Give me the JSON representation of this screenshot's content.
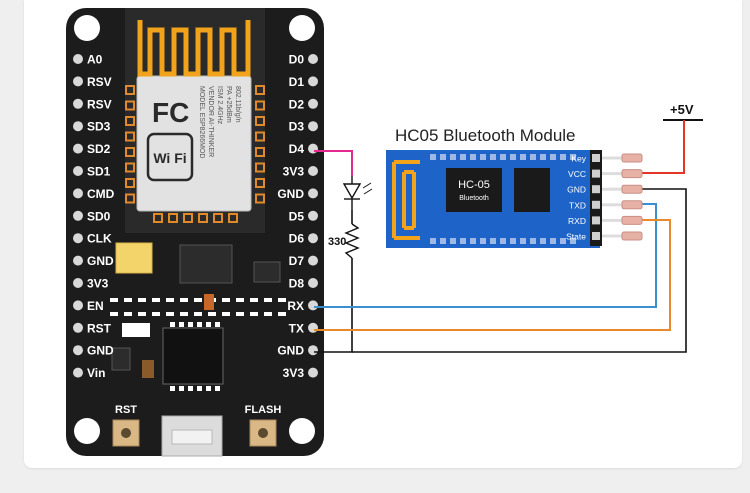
{
  "diagram": {
    "title": "HC05 Bluetooth Module",
    "module_label": "HC-05",
    "module_sublabel": "Bluetooth",
    "supply_label": "+5V",
    "resistor_label": "330",
    "buttons": {
      "rst": "RST",
      "flash": "FLASH"
    },
    "esp_label_lines": [
      "MODEL ESP8266MOD",
      "VENDOR AI-THINKER",
      "ISM 2.4GHz",
      "PA +25dBm",
      "802.11b/g/n"
    ],
    "fc_logo": "FC",
    "wifi_logo": "Wi Fi",
    "left_pins": [
      "A0",
      "RSV",
      "RSV",
      "SD3",
      "SD2",
      "SD1",
      "CMD",
      "SD0",
      "CLK",
      "GND",
      "3V3",
      "EN",
      "RST",
      "GND",
      "Vin"
    ],
    "right_pins": [
      "D0",
      "D1",
      "D2",
      "D3",
      "D4",
      "3V3",
      "GND",
      "D5",
      "D6",
      "D7",
      "D8",
      "RX",
      "TX",
      "GND",
      "3V3"
    ],
    "module_pins": [
      "Key",
      "VCC",
      "GND",
      "TXD",
      "RXD",
      "State"
    ]
  },
  "colors": {
    "board": "#1c1c1c",
    "module": "#1e64c8",
    "antenna": "#f2a31c",
    "wire_vcc": "#e53527",
    "wire_rx": "#3a8fd0",
    "wire_tx": "#e8892b",
    "wire_d4": "#e3288f",
    "wire_gnd": "#111111"
  }
}
